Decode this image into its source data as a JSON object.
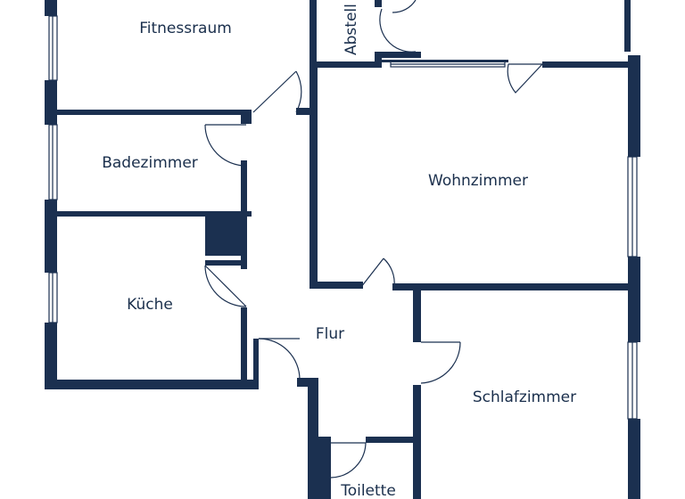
{
  "floorplan": {
    "wall_color": "#1b3050",
    "rooms": [
      {
        "id": "fitnessraum",
        "label": "Fitnessraum"
      },
      {
        "id": "abstell",
        "label": "Abstell"
      },
      {
        "id": "badezimmer",
        "label": "Badezimmer"
      },
      {
        "id": "wohnzimmer",
        "label": "Wohnzimmer"
      },
      {
        "id": "kueche",
        "label": "Küche"
      },
      {
        "id": "flur",
        "label": "Flur"
      },
      {
        "id": "schlafzimmer",
        "label": "Schlafzimmer"
      },
      {
        "id": "toilette",
        "label": "Toilette"
      }
    ]
  }
}
